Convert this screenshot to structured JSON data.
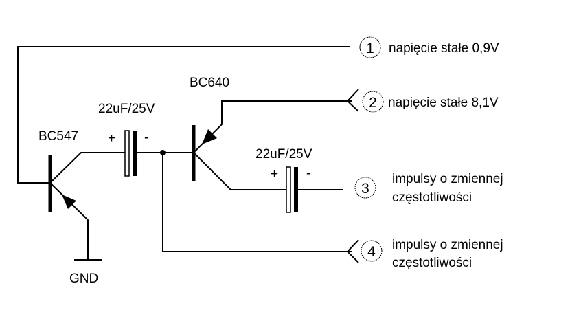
{
  "diagram": {
    "type": "circuit-schematic",
    "components": {
      "q1": {
        "label": "BC547",
        "kind": "NPN transistor"
      },
      "q2": {
        "label": "BC640",
        "kind": "PNP transistor"
      },
      "c1": {
        "label": "22uF/25V",
        "plus": "+",
        "minus": "-"
      },
      "c2": {
        "label": "22uF/25V",
        "plus": "+",
        "minus": "-"
      },
      "gnd": {
        "label": "GND"
      }
    },
    "terminals": [
      {
        "number": "1",
        "description": [
          "napięcie stałe 0,9V"
        ],
        "connector": "plain"
      },
      {
        "number": "2",
        "description": [
          "napięcie stałe 8,1V"
        ],
        "connector": "fork"
      },
      {
        "number": "3",
        "description": [
          "impulsy o zmiennej",
          "częstotliwości"
        ],
        "connector": "plain"
      },
      {
        "number": "4",
        "description": [
          "impulsy o zmiennej",
          "częstotliwości"
        ],
        "connector": "fork"
      }
    ]
  }
}
